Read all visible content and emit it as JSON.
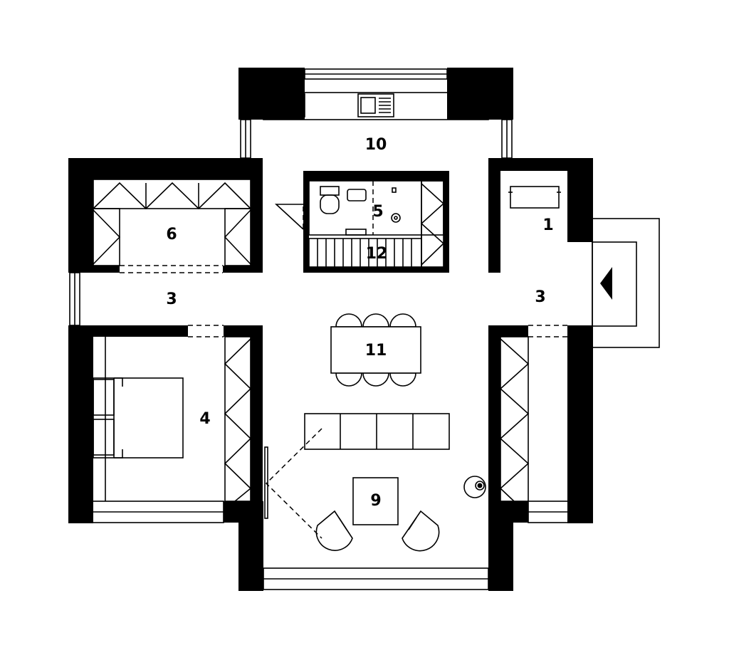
{
  "colors": {
    "wall": "#000000",
    "background": "#ffffff",
    "line": "#000000"
  },
  "rooms": [
    {
      "id": "room-1",
      "number": "1"
    },
    {
      "id": "room-3-left",
      "number": "3"
    },
    {
      "id": "room-3-right",
      "number": "3"
    },
    {
      "id": "room-4",
      "number": "4"
    },
    {
      "id": "room-5",
      "number": "5"
    },
    {
      "id": "room-6",
      "number": "6"
    },
    {
      "id": "room-9",
      "number": "9"
    },
    {
      "id": "room-10",
      "number": "10"
    },
    {
      "id": "room-11",
      "number": "11"
    },
    {
      "id": "room-12",
      "number": "12"
    }
  ],
  "icons": {
    "stove": "stove-icon",
    "sink": "kitchen-sink-icon",
    "bed": "double-bed-icon",
    "toilet": "toilet-icon",
    "shower_drain": "shower-drain-icon",
    "entrance": "entrance-arrow-icon",
    "fireplace": "round-stove-icon",
    "armchair": "armchair-icon",
    "chair": "dining-chair-icon"
  }
}
